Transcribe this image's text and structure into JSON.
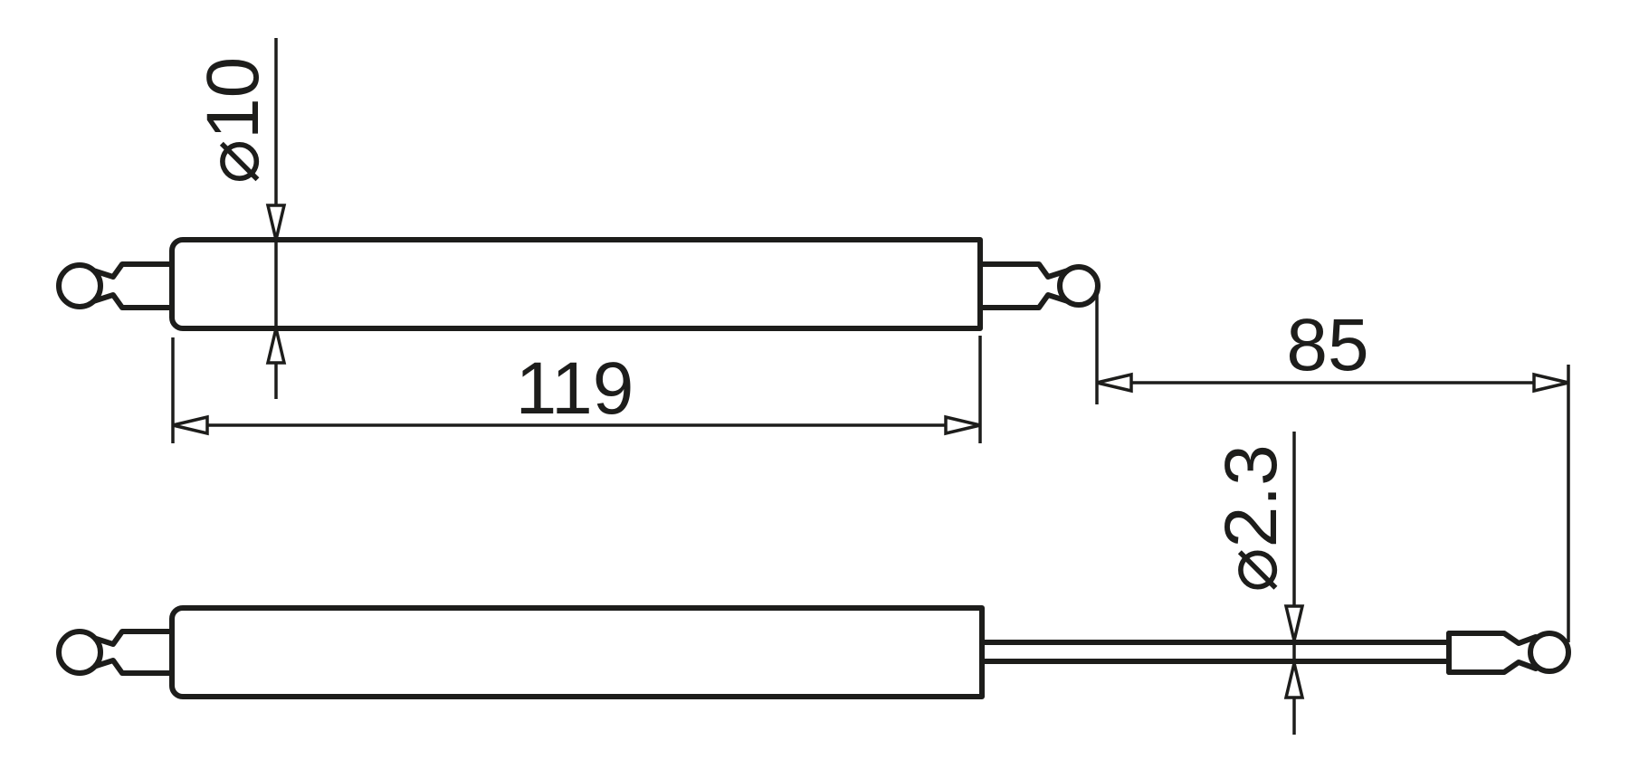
{
  "drawing": {
    "background_color": "#ffffff",
    "line_color": "#1d1d1b",
    "dimensions": {
      "body_diameter": "⌀10",
      "body_length": "119",
      "extension_length": "85",
      "rod_diameter": "⌀2.3"
    }
  }
}
